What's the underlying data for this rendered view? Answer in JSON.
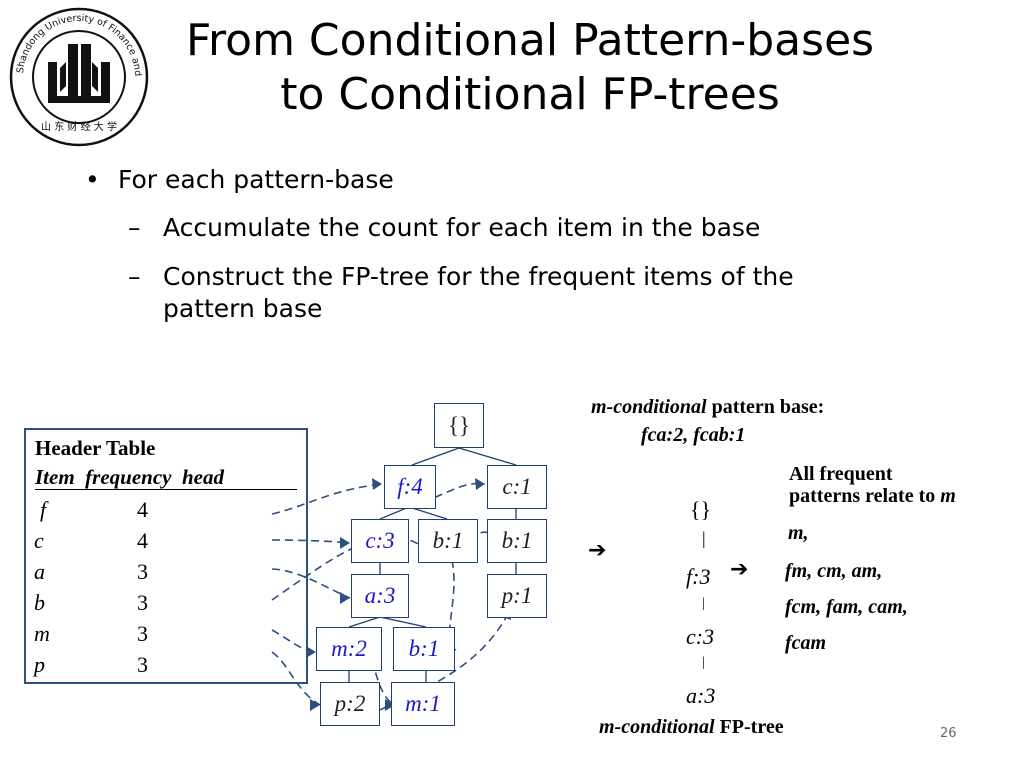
{
  "slide": {
    "title_line1": "From Conditional Pattern-bases",
    "title_line2": "to Conditional FP-trees",
    "bullet": "For each pattern-base",
    "sub_bullets": [
      "Accumulate the count for each item in the base",
      "Construct the FP-tree for the frequent items of the pattern base"
    ],
    "bullet_mark": "•",
    "dash_mark": "–",
    "page_number": "26"
  },
  "logo": {
    "text": "Shandong University of Finance and Economics",
    "chinese": "山 东 财 经 大 学"
  },
  "header_table": {
    "title": "Header Table",
    "columns": "Item  frequency  head",
    "rows": [
      {
        "item": "f",
        "freq": "4"
      },
      {
        "item": "c",
        "freq": "4"
      },
      {
        "item": "a",
        "freq": "3"
      },
      {
        "item": "b",
        "freq": "3"
      },
      {
        "item": "m",
        "freq": "3"
      },
      {
        "item": "p",
        "freq": "3"
      }
    ]
  },
  "fp_tree": {
    "root": "{}",
    "nodes": {
      "f4": "f:4",
      "c1": "c:1",
      "c3": "c:3",
      "b1a": "b:1",
      "b1b": "b:1",
      "a3": "a:3",
      "p1": "p:1",
      "m2": "m:2",
      "b1c": "b:1",
      "p2": "p:2",
      "m1": "m:1"
    }
  },
  "pattern_base": {
    "label_italic": "m-conditional",
    "label_rest": " pattern base:",
    "value": "fca:2, fcab:1"
  },
  "conditional_tree": {
    "root": "{}",
    "sep": "|",
    "n1": "f:3",
    "n2": "c:3",
    "n3": "a:3",
    "caption_italic": "m-conditional",
    "caption_rest": " FP-tree"
  },
  "frequent_patterns": {
    "heading_line1": "All frequent",
    "heading_line2": "patterns relate to ",
    "heading_m": "m",
    "lines": [
      "m,",
      "fm, cm, am,",
      "fcm, fam, cam,",
      "fcam"
    ]
  },
  "arrows": {
    "glyph": "➔"
  },
  "colors": {
    "node_text_blue": "#1a1acc",
    "border": "#1f3f6f",
    "dashed_link": "#2f4f7f"
  }
}
